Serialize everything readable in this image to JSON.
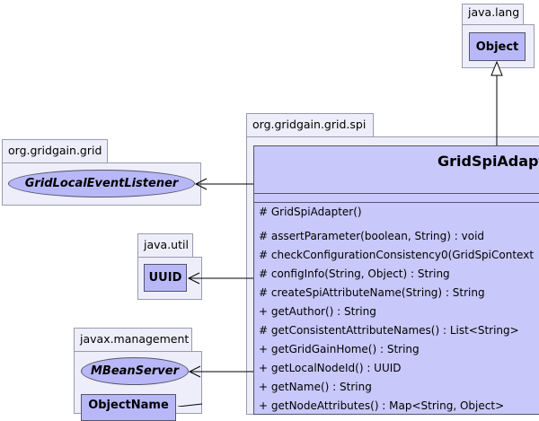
{
  "packages": {
    "java_lang": {
      "name": "java.lang",
      "classes": [
        "Object"
      ]
    },
    "spi": {
      "name": "org.gridgain.grid.spi"
    },
    "grid": {
      "name": "org.gridgain.grid",
      "interfaces": [
        "GridLocalEventListener"
      ]
    },
    "java_util": {
      "name": "java.util",
      "classes": [
        "UUID"
      ]
    },
    "jmx": {
      "name": "javax.management",
      "interfaces": [
        "MBeanServer"
      ],
      "classes": [
        "ObjectName"
      ]
    }
  },
  "main_class": {
    "name": "GridSpiAdapter",
    "constructor": "# GridSpiAdapter()",
    "methods": [
      "# assertParameter(boolean, String) : void",
      "# checkConfigurationConsistency0(GridSpiContext",
      "# configInfo(String, Object) : String",
      "# createSpiAttributeName(String) : String",
      "+ getAuthor() : String",
      "# getConsistentAttributeNames() : List<String>",
      "+ getGridGainHome() : String",
      "+ getLocalNodeId() : UUID",
      "+ getName() : String",
      "+ getNodeAttributes() : Map<String, Object>"
    ]
  }
}
